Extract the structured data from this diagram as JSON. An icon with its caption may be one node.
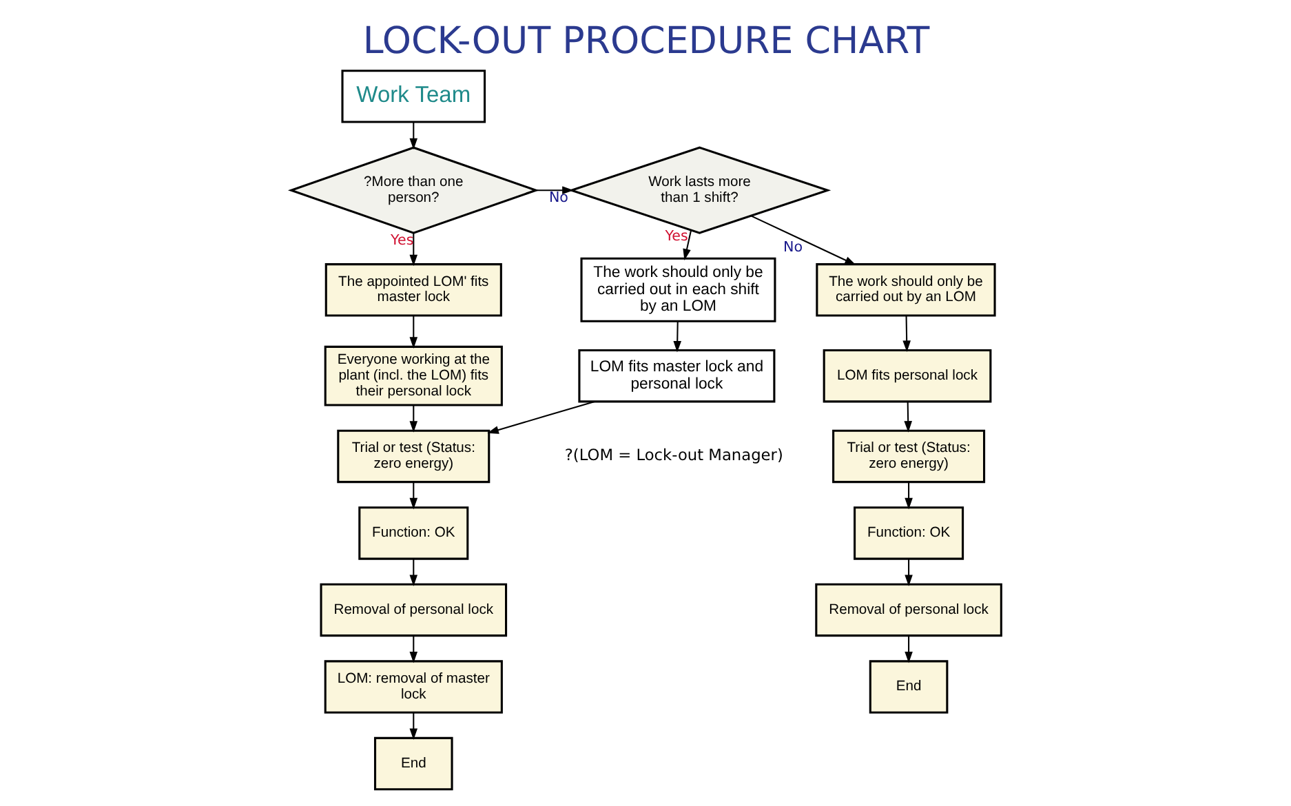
{
  "diagram": {
    "title": "LOCK-OUT PROCEDURE CHART",
    "nodes": [
      {
        "text": [
          "Work Team"
        ]
      },
      {
        "text": [
          "?More than one person?"
        ]
      },
      {
        "text": [
          "Work lasts more than 1 shift?"
        ]
      },
      {
        "text": [
          "The appointed LOM' fits master lock"
        ]
      },
      {
        "text": [
          "Everyone working at the plant (incl. the LOM) fits their personal lock"
        ]
      },
      {
        "text": [
          "Trial or test (Status: zero energy)"
        ]
      },
      {
        "text": [
          "Function: OK"
        ]
      },
      {
        "text": [
          "Removal of personal lock"
        ]
      },
      {
        "text": [
          "LOM: removal of master lock"
        ]
      },
      {
        "text": [
          "End"
        ]
      },
      {
        "text": [
          "The work should only be carried out in each shift by an LOM"
        ]
      },
      {
        "text": [
          "LOM fits master lock and personal lock"
        ]
      },
      {
        "text": [
          "The work should only be carried out by an LOM"
        ]
      },
      {
        "text": [
          "LOM fits personal lock"
        ]
      },
      {
        "text": [
          "Trial or test (Status: zero energy)"
        ]
      },
      {
        "text": [
          "Function: OK"
        ]
      },
      {
        "text": [
          "Removal of personal lock"
        ]
      },
      {
        "text": [
          "End"
        ]
      }
    ],
    "edges": [
      {
        "from": 0,
        "to": 1,
        "arrow": "to"
      },
      {
        "from": 1,
        "to": 2,
        "arrow": "to",
        "label": "No"
      },
      {
        "from": 1,
        "to": 3,
        "arrow": "to",
        "label": "Yes"
      },
      {
        "from": 3,
        "to": 4,
        "arrow": "to"
      },
      {
        "from": 4,
        "to": 5,
        "arrow": "to"
      },
      {
        "from": 5,
        "to": 6,
        "arrow": "to"
      },
      {
        "from": 6,
        "to": 7,
        "arrow": "to"
      },
      {
        "from": 7,
        "to": 8,
        "arrow": "to"
      },
      {
        "from": 8,
        "to": 9,
        "arrow": "to"
      },
      {
        "from": 2,
        "to": 10,
        "arrow": "to",
        "label": "Yes"
      },
      {
        "from": 10,
        "to": 11,
        "arrow": "to"
      },
      {
        "from": 11,
        "to": 5,
        "arrow": "to"
      },
      {
        "from": 2,
        "to": 12,
        "arrow": "to",
        "label": "No"
      },
      {
        "from": 12,
        "to": 13,
        "arrow": "to"
      },
      {
        "from": 13,
        "to": 14,
        "arrow": "to"
      },
      {
        "from": 14,
        "to": 15,
        "arrow": "to"
      },
      {
        "from": 15,
        "to": 16,
        "arrow": "to"
      },
      {
        "from": 16,
        "to": 17,
        "arrow": "to"
      }
    ],
    "labels": [
      "?(LOM = Lock-out Manager)"
    ]
  }
}
